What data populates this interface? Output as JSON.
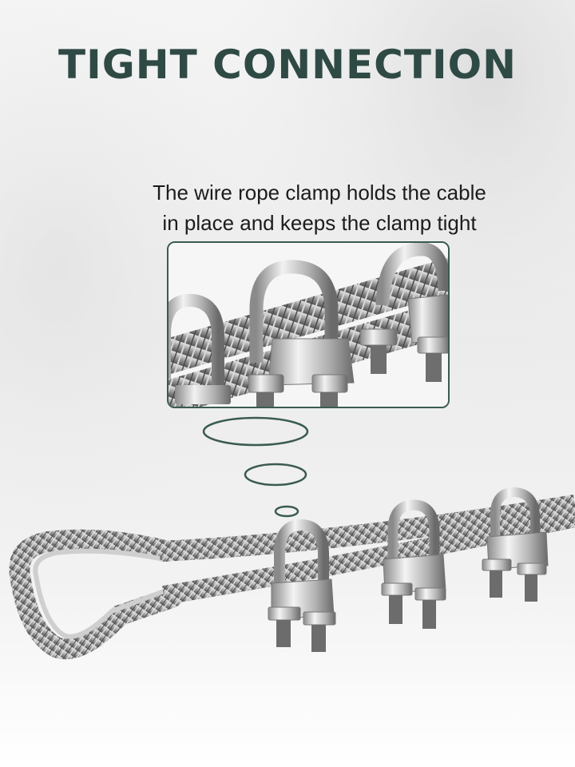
{
  "title": "TIGHT CONNECTION",
  "caption": {
    "line1": "The wire rope clamp holds the cable",
    "line2": "in place and keeps the clamp tight"
  },
  "colors": {
    "title": "#2f4a44",
    "accent_border": "#3a5a52",
    "caption": "#1c1c1c"
  },
  "illustration": {
    "inset": "close-up of wire rope clamps",
    "main": "wire rope with thimble loop and three U-bolt clamps"
  }
}
